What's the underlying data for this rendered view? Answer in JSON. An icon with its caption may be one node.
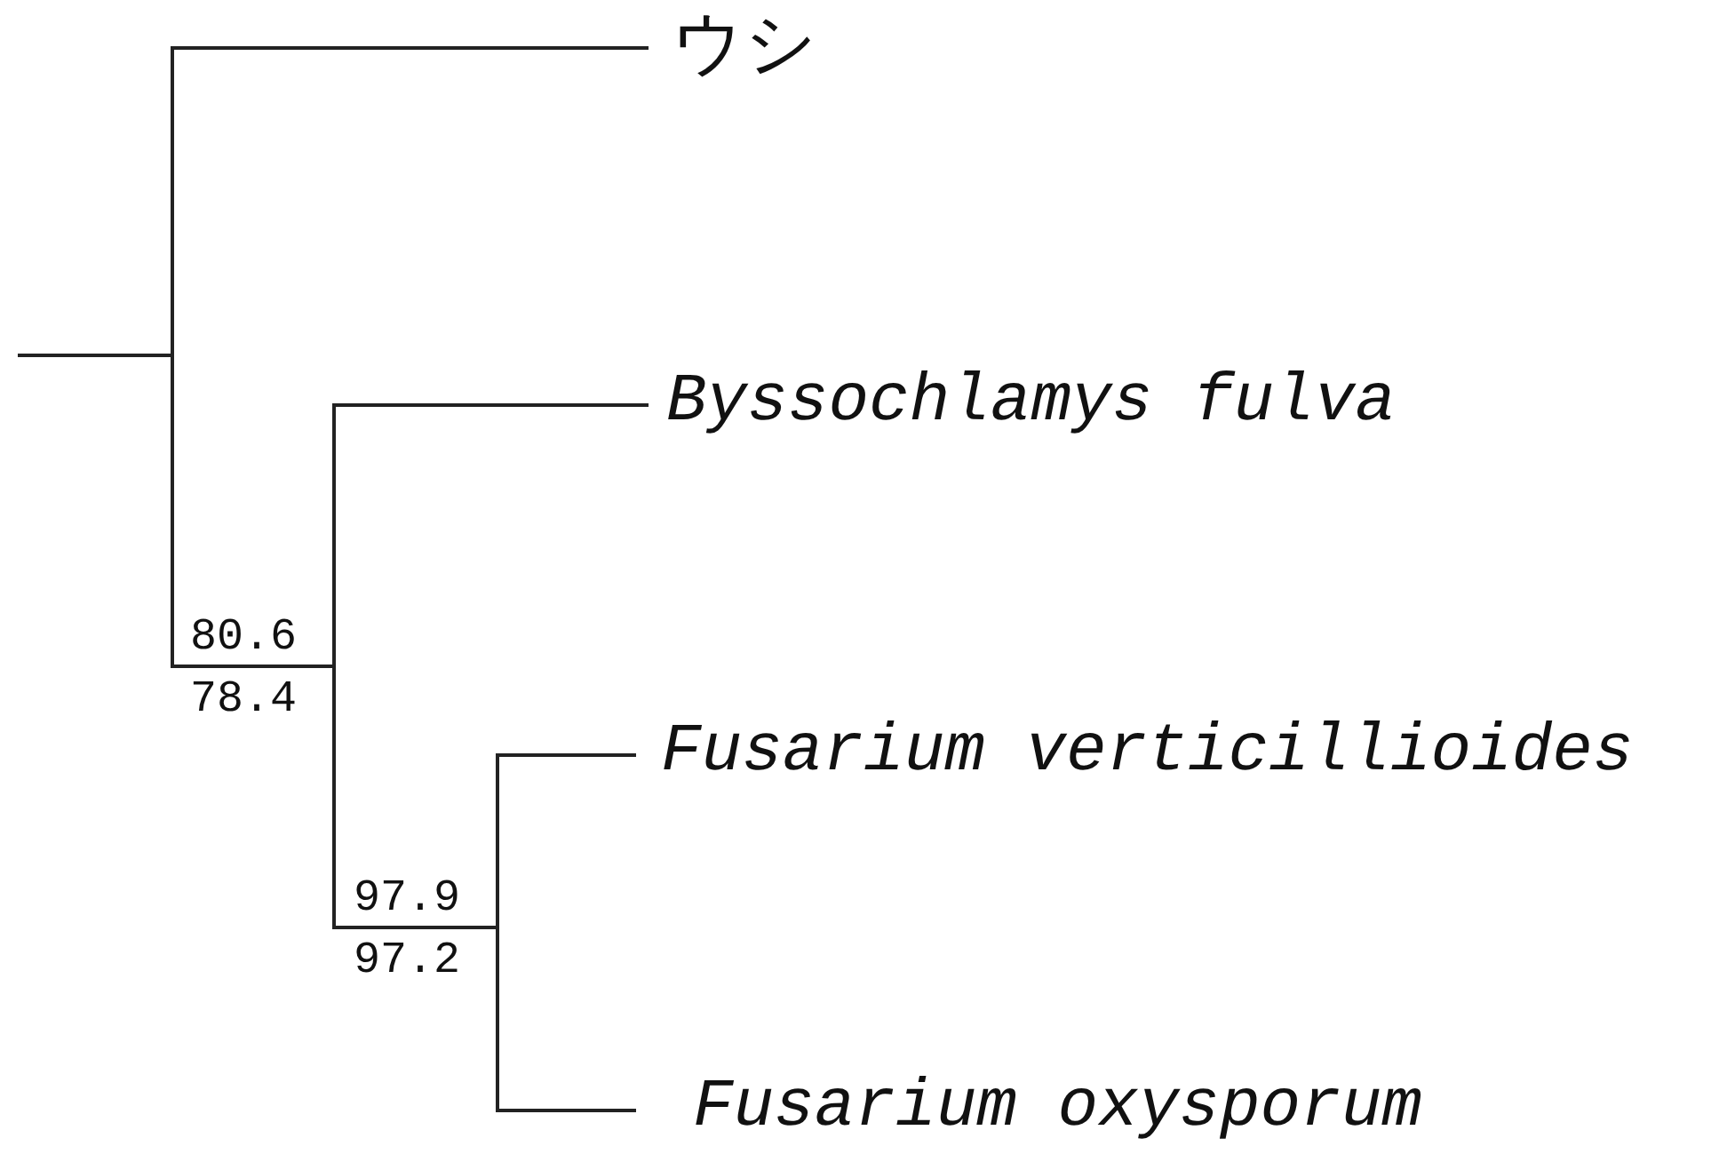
{
  "diagram": {
    "labels": [
      "ウシ",
      "Byssochlamys fulva",
      "80.6",
      "78.4",
      "Fusarium verticillioides",
      "97.9",
      "97.2",
      "Fusarium oxysporum"
    ]
  }
}
